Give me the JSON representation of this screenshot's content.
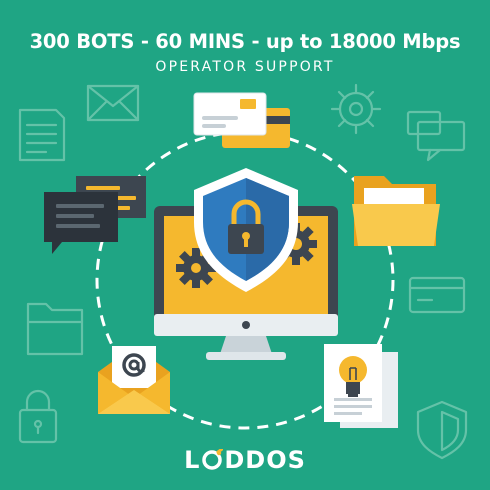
{
  "header": {
    "headline": "300 BOTS - 60 MINS - up to 18000 Mbps",
    "subline": "OPERATOR SUPPORT"
  },
  "brand": {
    "logo_prefix": "L",
    "logo_suffix": "DDOS"
  },
  "colors": {
    "background": "#1fa584",
    "outline": "#64c2a8",
    "shield_blue": "#2f7bbf",
    "screen_yellow": "#f5b82e",
    "monitor_dark": "#3d4650"
  },
  "icons": [
    "mail-icon",
    "gear-icon",
    "document-icon",
    "chat-icon",
    "folder-icon",
    "lock-icon",
    "shield-icon",
    "credit-card-icon",
    "lightbulb-icon",
    "at-sign-icon"
  ]
}
